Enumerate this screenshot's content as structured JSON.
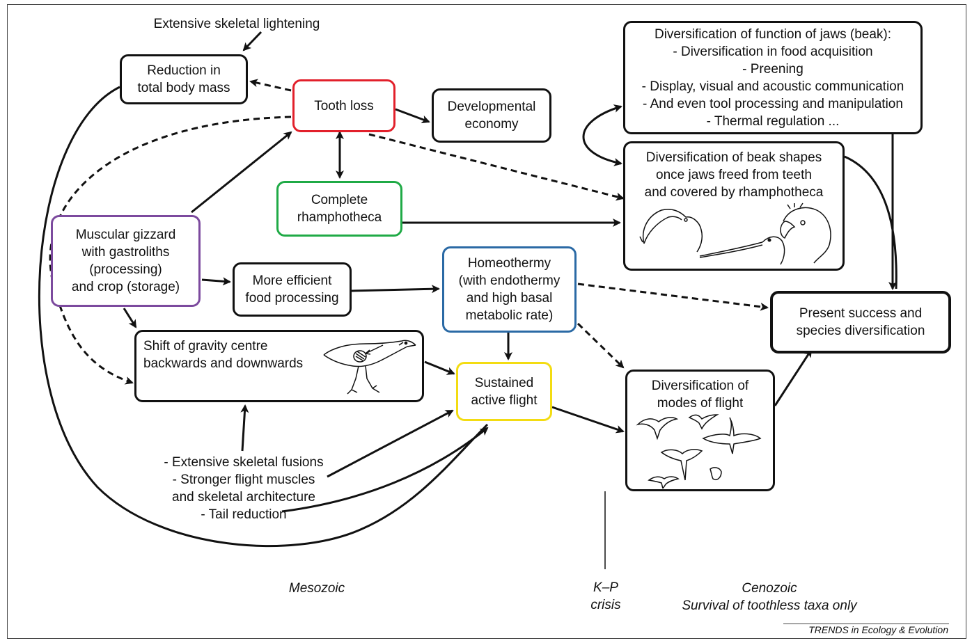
{
  "nodes": {
    "reduction": [
      "Reduction in",
      "total body mass"
    ],
    "tooth_loss": [
      "Tooth loss"
    ],
    "developmental": [
      "Developmental",
      "economy"
    ],
    "rhamphotheca": [
      "Complete",
      "rhamphotheca"
    ],
    "gizzard": [
      "Muscular gizzard",
      "with gastroliths",
      "(processing)",
      "and crop (storage)"
    ],
    "efficient": [
      "More efficient",
      "food processing"
    ],
    "homeothermy": [
      "Homeothermy",
      "(with endothermy",
      "and high basal",
      "metabolic rate)"
    ],
    "gravity": [
      "Shift of gravity centre",
      "backwards and downwards"
    ],
    "flight": [
      "Sustained",
      "active flight"
    ],
    "jaw_function": [
      "Diversification of function of jaws (beak):",
      "- Diversification in food acquisition",
      "- Preening",
      "- Display, visual and acoustic communication",
      "- And even tool processing and manipulation",
      "- Thermal regulation ..."
    ],
    "beak_shapes": [
      "Diversification of beak shapes",
      "once jaws freed from teeth",
      "and covered by rhamphotheca"
    ],
    "flight_modes": [
      "Diversification of",
      "modes of flight"
    ],
    "success": [
      "Present success and",
      "species diversification"
    ]
  },
  "free_text": {
    "lightening": "Extensive skeletal lightening",
    "fusions": [
      "- Extensive skeletal fusions",
      "- Stronger flight muscles",
      "and skeletal architecture",
      "- Tail reduction"
    ]
  },
  "eras": {
    "mesozoic": "Mesozoic",
    "kp": [
      "K–P",
      "crisis"
    ],
    "cenozoic": [
      "Cenozoic",
      "Survival of toothless taxa only"
    ]
  },
  "footer": "TRENDS in Ecology & Evolution",
  "colors": {
    "tooth_loss": "#e2202b",
    "rhamphotheca": "#1faa46",
    "gizzard": "#7c4a9e",
    "homeothermy": "#2b6aa5",
    "flight": "#f3dc12"
  }
}
